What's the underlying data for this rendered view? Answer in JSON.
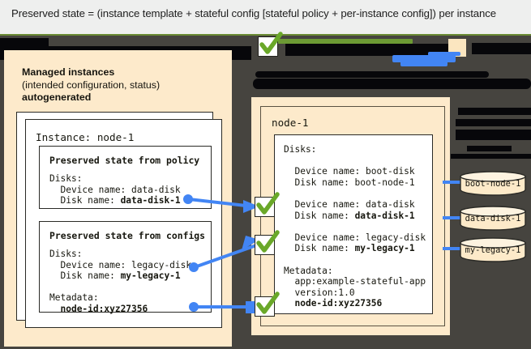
{
  "header": {
    "caption": "Preserved state = (instance template + stateful config [stateful policy + per-instance config]) per instance"
  },
  "colors": {
    "panel_cream": "#fdeacb",
    "canvas_dark": "#46443f",
    "header_bg": "#eeefee",
    "accent_green": "#6c9a34",
    "accent_blue": "#4285f4",
    "check_green": "#6aa829",
    "redaction_black": "#07070a"
  },
  "left_panel": {
    "title_line1": "Managed instances",
    "title_line2": "(intended configuration, status)",
    "title_line3": "autogenerated",
    "instance_card": {
      "title": "Instance: node-1",
      "policy_card": {
        "heading": "Preserved state from policy",
        "lines": [
          {
            "text": "Disks:",
            "bold": false
          },
          {
            "text": "  Device name: data-disk",
            "bold": false
          },
          {
            "text": "  Disk name: ",
            "bold_tail": "data-disk-1"
          }
        ],
        "body_plain": "Disks:\n  Device name: data-disk\n  Disk name: ",
        "body_bold": "data-disk-1"
      },
      "configs_card": {
        "heading": "Preserved state from configs",
        "body_plain_1": "Disks:\n  Device name: legacy-disk\n  Disk name: ",
        "body_bold_1": "my-legacy-1",
        "body_plain_2": "\n\nMetadata:\n  ",
        "body_bold_2": "node-id:xyz27356"
      }
    }
  },
  "right_panel": {
    "node_title": "node-1",
    "disks_heading": "Disks:",
    "entries": [
      {
        "device": "  Device name: boot-disk",
        "disk": "  Disk name: boot-node-1",
        "disk_bold": false
      },
      {
        "device": "  Device name: data-disk",
        "disk": "  Disk name: data-disk-1",
        "disk_bold": true
      },
      {
        "device": "  Device name: legacy-disk",
        "disk": "  Disk name: my-legacy-1",
        "disk_bold": true
      }
    ],
    "metadata_heading": "Metadata:",
    "metadata": [
      {
        "text": "  app:example-stateful-app",
        "bold": false
      },
      {
        "text": "  version:1.0",
        "bold": false
      },
      {
        "text": "  node-id:xyz27356",
        "bold": true
      }
    ],
    "body_seg1": "Disks:\n\n  Device name: boot-disk\n  Disk name: boot-node-1\n\n  Device name: data-disk\n  Disk name: ",
    "body_seg2": "data-disk-1",
    "body_seg3": "\n\n  Device name: legacy-disk\n  Disk name: ",
    "body_seg4": "my-legacy-1",
    "body_seg5": "\n\nMetadata:\n  app:example-stateful-app\n  version:1.0\n  ",
    "body_seg6": "node-id:xyz27356"
  },
  "disks": [
    {
      "label": "boot-node-1"
    },
    {
      "label": "data-disk-1"
    },
    {
      "label": "my-legacy-1"
    }
  ],
  "checkmarks": [
    {
      "name": "check-data-disk"
    },
    {
      "name": "check-legacy-disk"
    },
    {
      "name": "check-node-id"
    },
    {
      "name": "check-top"
    }
  ],
  "annotations": {
    "redacted_note": "redacted-region"
  }
}
